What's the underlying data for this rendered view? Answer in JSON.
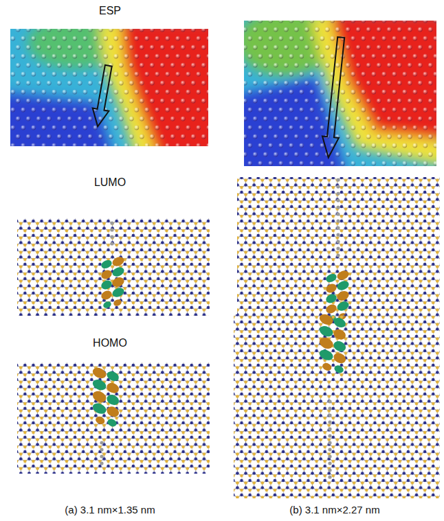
{
  "diagram": {
    "labels": [
      "ESP",
      "LUMO",
      "HOMO",
      "(a) 3.1 nm×1.35 nm",
      "(b) 3.1 nm×2.27 nm"
    ]
  }
}
